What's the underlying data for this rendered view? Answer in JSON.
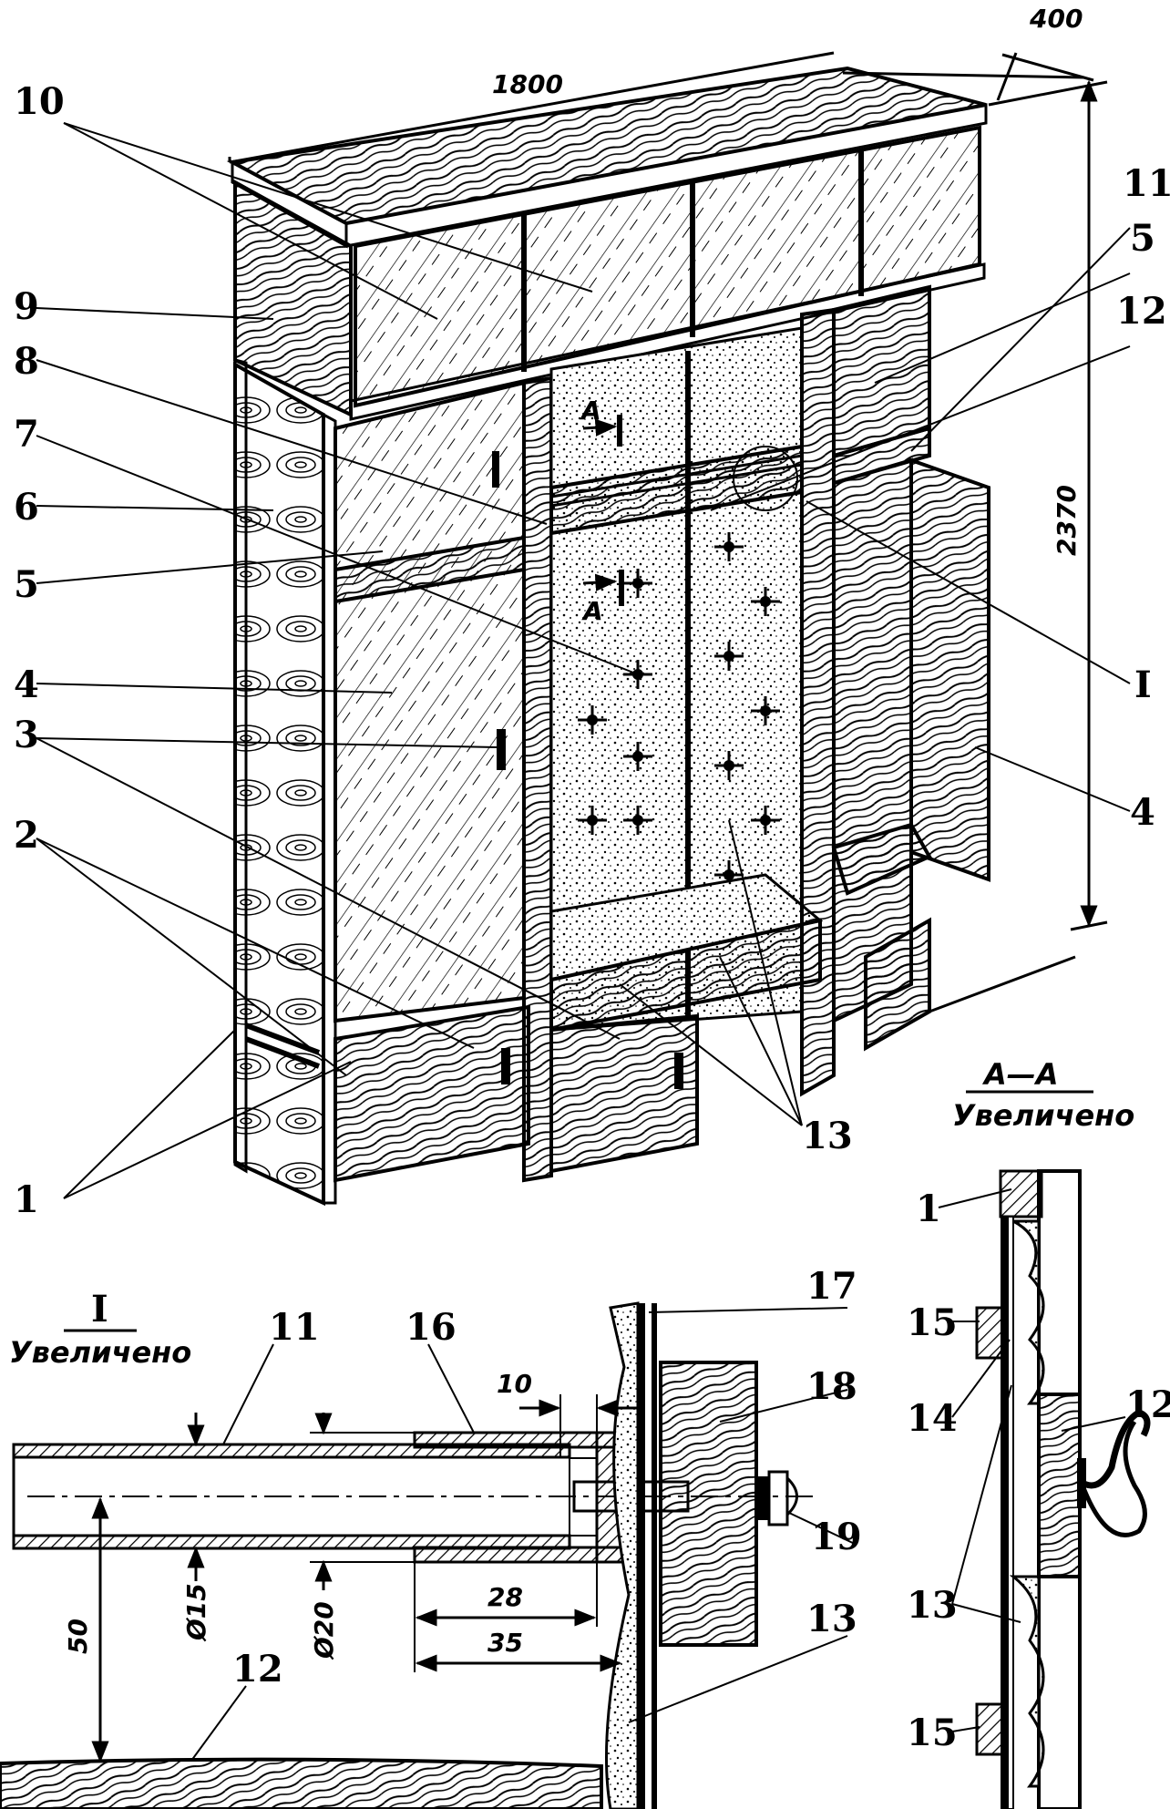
{
  "main_view": {
    "dims": {
      "width": "1800",
      "depth": "400",
      "height": "2370"
    },
    "callouts": {
      "c1": "1",
      "c2": "2",
      "c3": "3",
      "c4_left": "4",
      "c4_right": "4",
      "c5_left": "5",
      "c5_right": "5",
      "c6": "6",
      "c7": "7",
      "c8": "8",
      "c9": "9",
      "c10": "10",
      "c11": "11",
      "c12": "12",
      "c13": "13",
      "node": "I"
    },
    "section_marks": {
      "upper": "A",
      "lower": "A"
    }
  },
  "detail_I": {
    "title_numeral": "I",
    "title_caption": "Увеличено",
    "callouts": {
      "c11": "11",
      "c16": "16",
      "c17": "17",
      "c18": "18",
      "c19": "19",
      "c13": "13",
      "c12": "12"
    },
    "dims": {
      "d10": "10",
      "d15": "Ø15",
      "d20": "Ø20",
      "d28": "28",
      "d35": "35",
      "d50": "50"
    }
  },
  "section_AA": {
    "title": "А—А",
    "caption": "Увеличено",
    "callouts": {
      "c1": "1",
      "c15_top": "15",
      "c14": "14",
      "c12": "12",
      "c13": "13",
      "c15_bottom": "15"
    }
  }
}
